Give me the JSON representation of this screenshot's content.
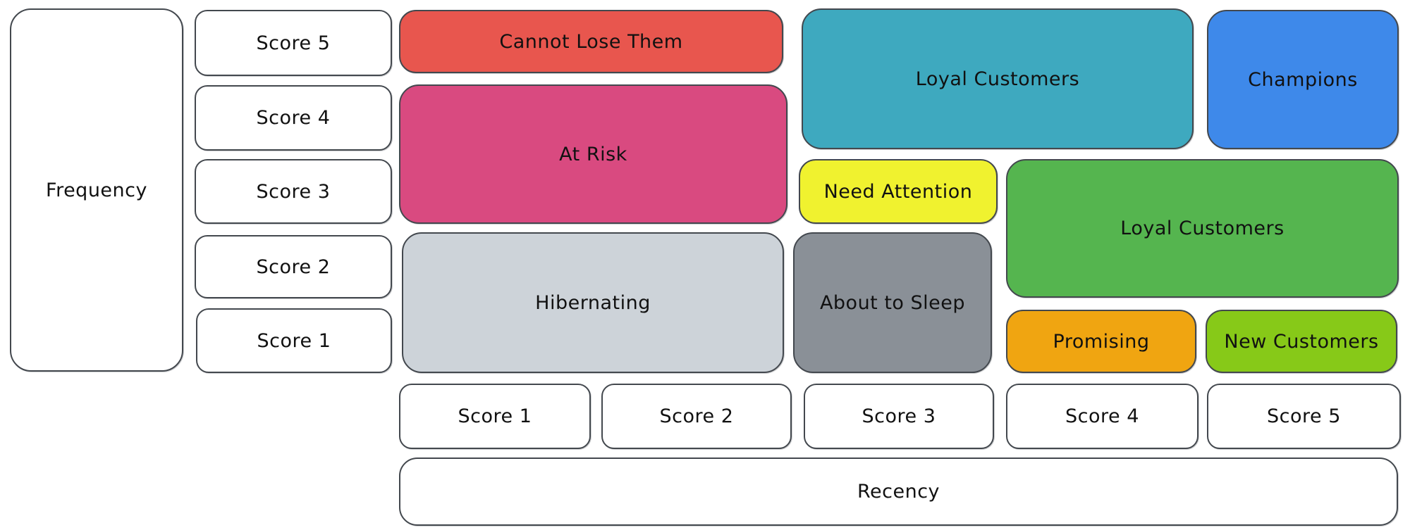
{
  "axes": {
    "frequency_label": "Frequency",
    "recency_label": "Recency"
  },
  "frequency_scores": [
    "Score 5",
    "Score 4",
    "Score 3",
    "Score 2",
    "Score 1"
  ],
  "recency_scores": [
    "Score 1",
    "Score 2",
    "Score 3",
    "Score 4",
    "Score 5"
  ],
  "segments": {
    "cannot_lose_them": {
      "label": "Cannot Lose Them",
      "color": "#e8564e"
    },
    "at_risk": {
      "label": "At Risk",
      "color": "#d94a80"
    },
    "hibernating": {
      "label": "Hibernating",
      "color": "#cdd3d9"
    },
    "loyal_customers_top": {
      "label": "Loyal Customers",
      "color": "#3ea9bf"
    },
    "champions": {
      "label": "Champions",
      "color": "#3e89ea"
    },
    "need_attention": {
      "label": "Need Attention",
      "color": "#f0f22f"
    },
    "loyal_customers_right": {
      "label": "Loyal Customers",
      "color": "#55b54f"
    },
    "about_to_sleep": {
      "label": "About to Sleep",
      "color": "#8a9097"
    },
    "promising": {
      "label": "Promising",
      "color": "#f0a511"
    },
    "new_customers": {
      "label": "New Customers",
      "color": "#87c918"
    }
  },
  "colors": {
    "background": "#ffffff",
    "text": "#111111",
    "border": "#43484e"
  }
}
